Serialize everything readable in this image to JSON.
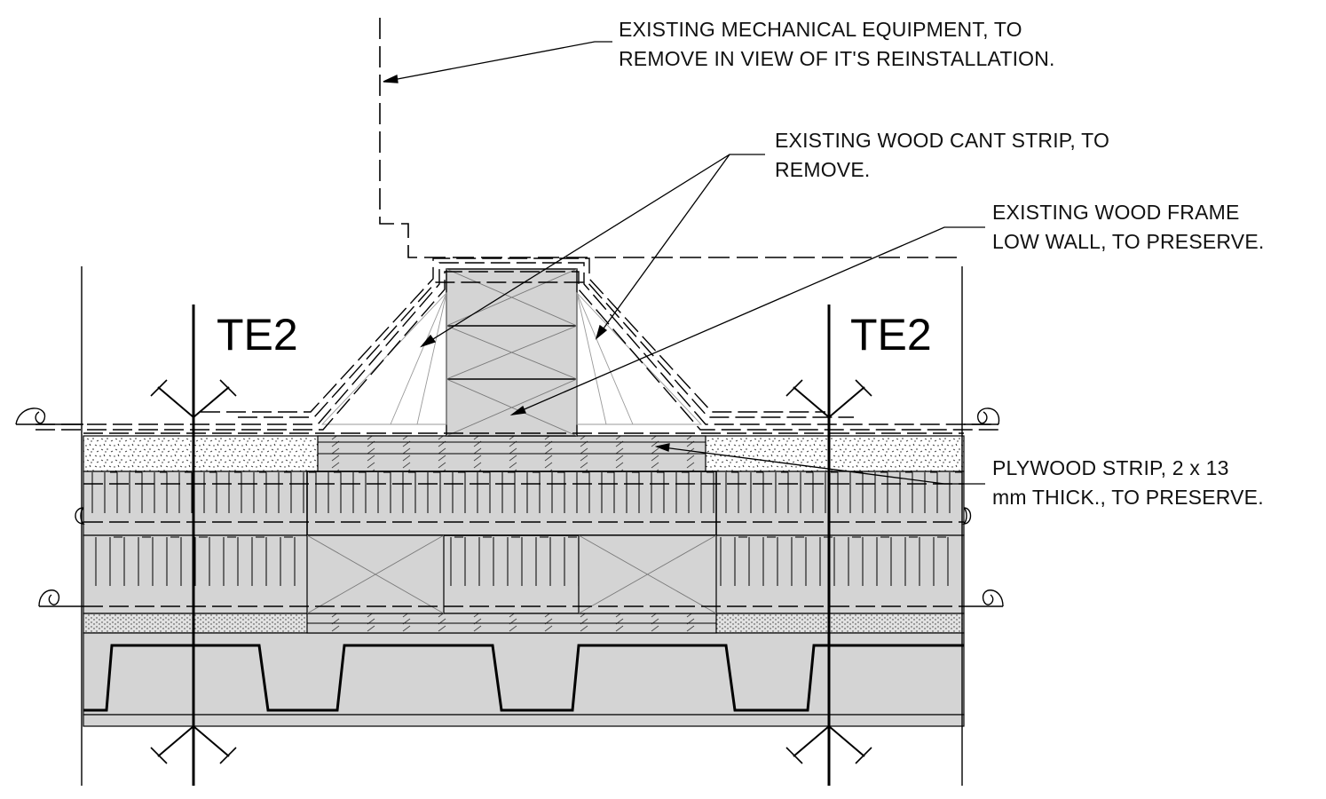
{
  "notes": {
    "mech_equipment": [
      "EXISTING MECHANICAL EQUIPMENT, TO",
      "REMOVE IN VIEW OF IT'S REINSTALLATION."
    ],
    "cant_strip": [
      "EXISTING WOOD CANT STRIP, TO",
      "REMOVE."
    ],
    "frame_wall": [
      "EXISTING WOOD FRAME",
      "LOW WALL, TO PRESERVE."
    ],
    "plywood": [
      "PLYWOOD STRIP, 2 x 13",
      "mm THICK., TO PRESERVE."
    ]
  },
  "section_tags": {
    "left": "TE2",
    "right": "TE2"
  },
  "colors": {
    "line": "#000000",
    "material_fill": "#d4d4d4",
    "hatch": "#8a8a8a",
    "background": "#ffffff"
  }
}
